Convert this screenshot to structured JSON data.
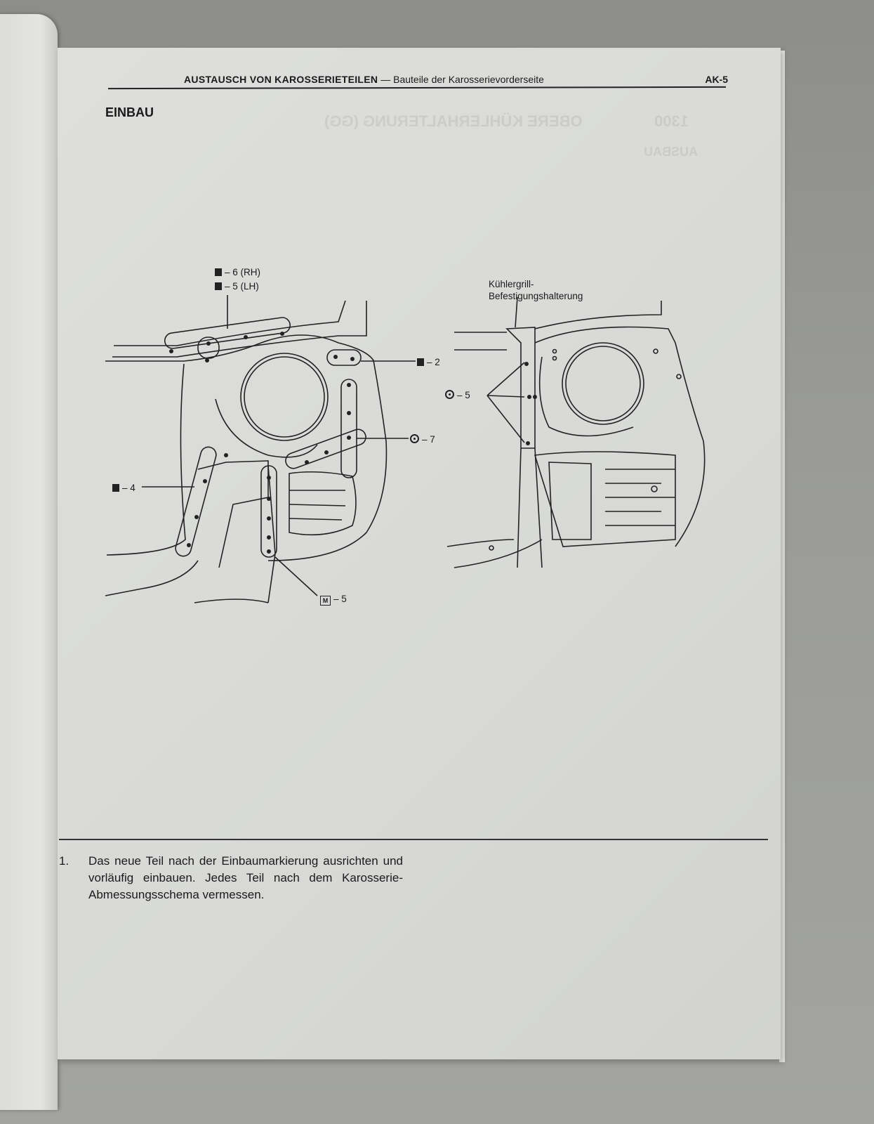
{
  "header": {
    "section_title": "AUSTAUSCH VON KAROSSERIETEILEN",
    "separator": "—",
    "subtitle": "Bauteile der Karosserievorderseite",
    "page_number": "AK-5"
  },
  "heading": "EINBAU",
  "ghost_text": {
    "code": "1300",
    "title": "OBERE KÜHLERHALTERUNG (GG)",
    "sub": "AUSBAU"
  },
  "diagram": {
    "labels": {
      "l6": "– 6 (RH)",
      "l5": "– 5 (LH)",
      "l2": "– 2",
      "l7": "– 7",
      "l4": "– 4",
      "m5": "– 5",
      "m_mark": "M",
      "c5": "– 5",
      "bracket_line1": "Kühlergrill-",
      "bracket_line2": "Befestigungshalterung"
    }
  },
  "steps": [
    {
      "number": "1.",
      "text": "Das neue Teil nach der Einbaumarkierung ausrichten und vorläufig einbauen. Jedes Teil nach dem Karosserie-Abmessungsschema vermessen."
    }
  ]
}
